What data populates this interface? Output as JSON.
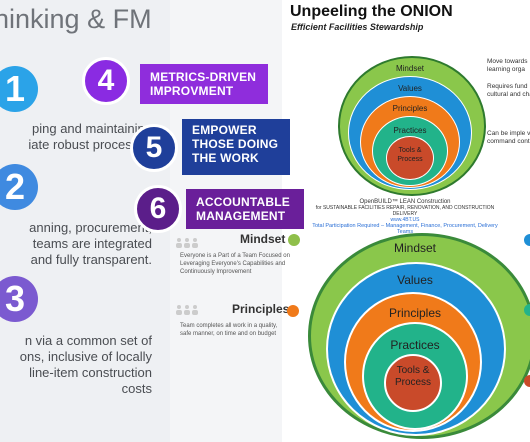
{
  "left": {
    "title": "hinking & FM",
    "items": [
      {
        "num": "1",
        "color": "#2ba3e8",
        "lines": [
          "ping and maintaining",
          "iate robust processes"
        ]
      },
      {
        "num": "2",
        "color": "#3f8ae0",
        "lines": [
          "anning, procurement,",
          "teams are integrated",
          "and fully transparent."
        ]
      },
      {
        "num": "3",
        "color": "#7b5ad0",
        "lines": [
          "n via a common set of",
          "ons, inclusive of locally",
          "line-item construction",
          "costs"
        ]
      }
    ]
  },
  "banners": [
    {
      "num": "4",
      "label_lines": [
        "METRICS-DRIVEN",
        "IMPROVMENT"
      ],
      "badge_color": "#8a2be2",
      "bg": "#8f2ddc"
    },
    {
      "num": "5",
      "label_lines": [
        "EMPOWER",
        "THOSE DOING",
        "THE WORK"
      ],
      "badge_color": "#1f3f9a",
      "bg": "#1f3f9a"
    },
    {
      "num": "6",
      "label_lines": [
        "ACCOUNTABLE",
        "MANAGEMENT"
      ],
      "badge_color": "#5b1e8a",
      "bg": "#6a1f9a"
    }
  ],
  "onion": {
    "title": "Unpeeling the ONION",
    "subtitle": "Efficient Facilities Stewardship",
    "rings": [
      "Mindset",
      "Values",
      "Principles",
      "Practices",
      "Tools & Process"
    ],
    "callouts": [
      "Move towards learning orga",
      "Requires fund cultural and change",
      "Can be imple via command control"
    ],
    "footer_lines": [
      "OpenBUILD™ LEAN Construction",
      "for SUSTAINABLE FACILITIES REPAIR, RENOVATION, AND CONSTRUCTION DELIVERY",
      "www.4BT.US",
      "Total Participation Required – Management, Finance, Procurement, Delivery Teams"
    ]
  },
  "cards": [
    {
      "label": "Mindset",
      "dot_color": "#8fbf4a",
      "text": "Everyone is a Part of a Team Focused on Leveraging Everyone's Capabilities and Continuously Improvement"
    },
    {
      "label": "Principles",
      "dot_color": "#f07a1a",
      "text": "Team completes all work in a quality, safe manner, on time and on budget"
    }
  ],
  "onion2": {
    "rings": [
      "Mindset",
      "Values",
      "Principles",
      "Practices",
      "Tools & Process"
    ]
  }
}
